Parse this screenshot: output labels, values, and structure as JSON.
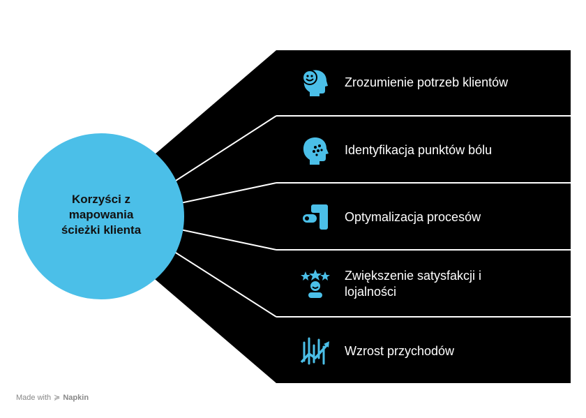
{
  "center": {
    "title": "Korzyści z\nmapowania\nścieżki klienta"
  },
  "benefits": [
    {
      "label": "Zrozumienie potrzeb klientów",
      "icon": "happy-head-icon"
    },
    {
      "label": "Identyfikacja punktów bólu",
      "icon": "head-dots-icon"
    },
    {
      "label": "Optymalizacja procesów",
      "icon": "process-icon"
    },
    {
      "label": "Zwiększenie satysfakcji i lojalności",
      "icon": "stars-user-icon"
    },
    {
      "label": "Wzrost przychodów",
      "icon": "growth-chart-icon"
    }
  ],
  "colors": {
    "circle": "#4bbfe8",
    "panel": "#000000",
    "icon": "#4bbfe8",
    "text": "#ffffff"
  },
  "footer": {
    "made_with": "Made with",
    "brand": "Napkin"
  }
}
